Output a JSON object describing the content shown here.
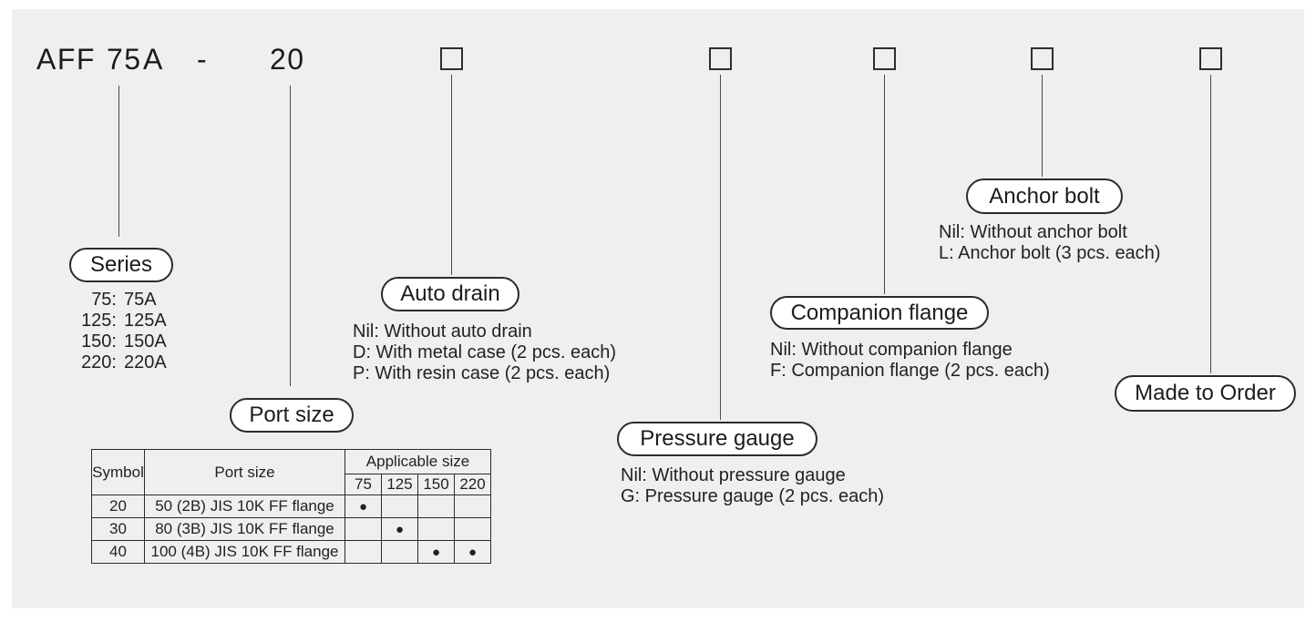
{
  "code": {
    "series_prefix": "AFF",
    "series_value": "75",
    "series_suffix": "A",
    "separator": "-",
    "port_value": "20"
  },
  "series": {
    "label": "Series",
    "options": [
      {
        "sym": "75:",
        "desc": "75A"
      },
      {
        "sym": "125:",
        "desc": "125A"
      },
      {
        "sym": "150:",
        "desc": "150A"
      },
      {
        "sym": "220:",
        "desc": "220A"
      }
    ]
  },
  "port_size": {
    "label": "Port size"
  },
  "port_table": {
    "header_symbol": "Symbol",
    "header_port": "Port size",
    "header_group": "Applicable size",
    "header_sizes": [
      "75",
      "125",
      "150",
      "220"
    ],
    "rows": [
      {
        "symbol": "20",
        "port": "50 (2B) JIS 10K FF flange",
        "marks": [
          "●",
          "",
          "",
          ""
        ]
      },
      {
        "symbol": "30",
        "port": "80 (3B) JIS 10K FF flange",
        "marks": [
          "",
          "●",
          "",
          ""
        ]
      },
      {
        "symbol": "40",
        "port": "100 (4B) JIS 10K FF flange",
        "marks": [
          "",
          "",
          "●",
          "●"
        ]
      }
    ]
  },
  "auto_drain": {
    "label": "Auto drain",
    "lines": [
      "Nil: Without auto drain",
      "D: With metal case (2 pcs. each)",
      "P: With resin case (2 pcs. each)"
    ]
  },
  "pressure_gauge": {
    "label": "Pressure gauge",
    "lines": [
      "Nil: Without pressure gauge",
      "G: Pressure gauge (2 pcs. each)"
    ]
  },
  "companion_flange": {
    "label": "Companion flange",
    "lines": [
      "Nil: Without companion flange",
      "F: Companion flange (2 pcs. each)"
    ]
  },
  "anchor_bolt": {
    "label": "Anchor bolt",
    "lines": [
      "Nil: Without anchor bolt",
      "L: Anchor bolt (3 pcs. each)"
    ]
  },
  "made_to_order": {
    "label": "Made to Order"
  },
  "colors": {
    "panel_bg": "#efefef",
    "ink": "#231f20",
    "connector": "#4a4a4a"
  }
}
